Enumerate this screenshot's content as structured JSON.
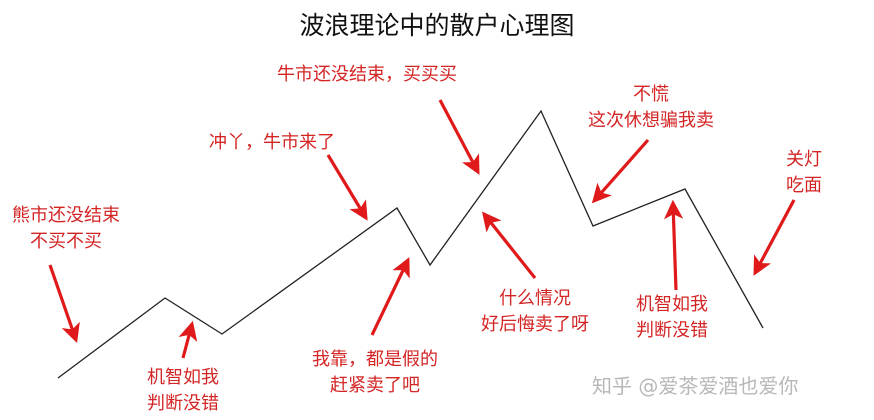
{
  "title": "波浪理论中的散户心理图",
  "colors": {
    "line": "#222222",
    "annotation": "#d42525",
    "arrow": "#e01a1a",
    "watermark": "#b8b8b8"
  },
  "annotations": [
    {
      "lines": [
        "熊市还没结束",
        "不买不买"
      ]
    },
    {
      "lines": [
        "机智如我",
        "判断没错"
      ]
    },
    {
      "lines": [
        "冲丫，牛市来了"
      ]
    },
    {
      "lines": [
        "我靠，都是假的",
        "赶紧卖了吧"
      ]
    },
    {
      "lines": [
        "牛市还没结束，买买买"
      ]
    },
    {
      "lines": [
        "什么情况",
        "好后悔卖了呀"
      ]
    },
    {
      "lines": [
        "不慌",
        "这次休想骗我卖"
      ]
    },
    {
      "lines": [
        "机智如我",
        "判断没错"
      ]
    },
    {
      "lines": [
        "关灯",
        "吃面"
      ]
    }
  ],
  "watermark": "知乎 @爱茶爱酒也爱你"
}
